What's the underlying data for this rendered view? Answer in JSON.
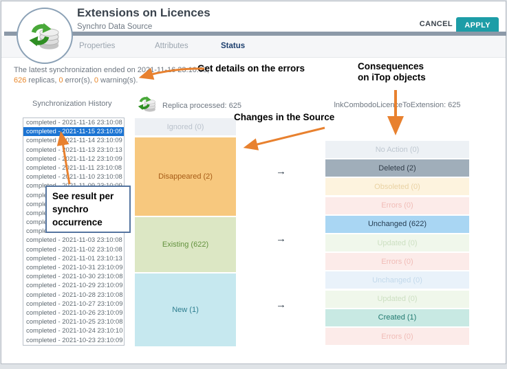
{
  "header": {
    "title": "Extensions on Licences",
    "subtitle": "Synchro Data Source",
    "cancel_label": "CANCEL",
    "apply_label": "APPLY"
  },
  "tabs": [
    {
      "label": "Properties",
      "active": false
    },
    {
      "label": "Attributes",
      "active": false
    },
    {
      "label": "Status",
      "active": true
    }
  ],
  "status_summary": {
    "prefix": "The latest synchronization ended on",
    "timestamp": "2021-11-16 23:10:08,",
    "replicas_count": "626",
    "replicas_label": "replicas,",
    "errors_count": "0",
    "errors_label": "error(s),",
    "warnings_count": "0",
    "warnings_label": "warning(s)."
  },
  "annotations": {
    "get_details": "Get details on the errors",
    "consequences_line1": "Consequences",
    "consequences_line2": "on iTop objects",
    "changes": "Changes in the Source",
    "see_result_line1": "See result per",
    "see_result_line2": "synchro",
    "see_result_line3": "occurrence"
  },
  "history": {
    "title": "Synchronization History",
    "selected_index": 1,
    "items": [
      "completed - 2021-11-16 23:10:08",
      "completed - 2021-11-15 23:10:09",
      "completed - 2021-11-14 23:10:09",
      "completed - 2021-11-13 23:10:13",
      "completed - 2021-11-12 23:10:09",
      "completed - 2021-11-11 23:10:08",
      "completed - 2021-11-10 23:10:08",
      "completed - 2021-11-09 23:10:09",
      "completed - 2021-11-08 23:10:08",
      "completed - 2021-11-07 23:10:09",
      "completed - 2021-11-06 23:10:08",
      "completed - 2021-11-05 23:10:09",
      "completed - 2021-11-04 23:10:09",
      "completed - 2021-11-03 23:10:08",
      "completed - 2021-11-02 23:10:08",
      "completed - 2021-11-01 23:10:13",
      "completed - 2021-10-31 23:10:09",
      "completed - 2021-10-30 23:10:08",
      "completed - 2021-10-29 23:10:09",
      "completed - 2021-10-28 23:10:08",
      "completed - 2021-10-27 23:10:09",
      "completed - 2021-10-26 23:10:09",
      "completed - 2021-10-25 23:10:08",
      "completed - 2021-10-24 23:10:10",
      "completed - 2021-10-23 23:10:09"
    ]
  },
  "source": {
    "header": "Replica processed: 625",
    "blocks": [
      {
        "label": "Ignored (0)",
        "bg": "#edf0f4",
        "color": "#bac2cc"
      },
      {
        "label": "Disappeared (2)",
        "bg": "#f7c87e",
        "color": "#a65c17"
      },
      {
        "label": "Existing (622)",
        "bg": "#dce7c4",
        "color": "#63923e"
      },
      {
        "label": "New (1)",
        "bg": "#c6e8ef",
        "color": "#2d7d8e"
      }
    ]
  },
  "target": {
    "header": "lnkCombodoLicenceToExtension: 625",
    "rows": [
      {
        "label": "No Action (0)",
        "bg": "#edf1f5",
        "color": "#bec7d0"
      },
      {
        "label": "Deleted (2)",
        "bg": "#a0aeba",
        "color": "#303c49"
      },
      {
        "label": "Obsoleted (0)",
        "bg": "#fdf3de",
        "color": "#e9d2a4"
      },
      {
        "label": "Errors (0)",
        "bg": "#fcebe9",
        "color": "#f0bcb7"
      },
      {
        "label": "Unchanged (622)",
        "bg": "#a9d6f3",
        "color": "#253c51"
      },
      {
        "label": "Updated (0)",
        "bg": "#f0f7eb",
        "color": "#ccdfc1"
      },
      {
        "label": "Errors (0)",
        "bg": "#fcebe9",
        "color": "#f0bcb7"
      },
      {
        "label": "Unchanged (0)",
        "bg": "#e9f2fa",
        "color": "#c3d9eb"
      },
      {
        "label": "Updated (0)",
        "bg": "#f0f7eb",
        "color": "#ccdfc1"
      },
      {
        "label": "Created (1)",
        "bg": "#c8e9e3",
        "color": "#20796f"
      },
      {
        "label": "Errors (0)",
        "bg": "#fcebe9",
        "color": "#f0bcb7"
      }
    ]
  },
  "flow_arrow_char": "→",
  "colors": {
    "accent_orange": "#e8872a",
    "annotation_arrow": "#e8812f",
    "apply_button": "#1d9da7",
    "selection_blue": "#1b74d3",
    "active_tab_blue": "#1d3f6e"
  }
}
